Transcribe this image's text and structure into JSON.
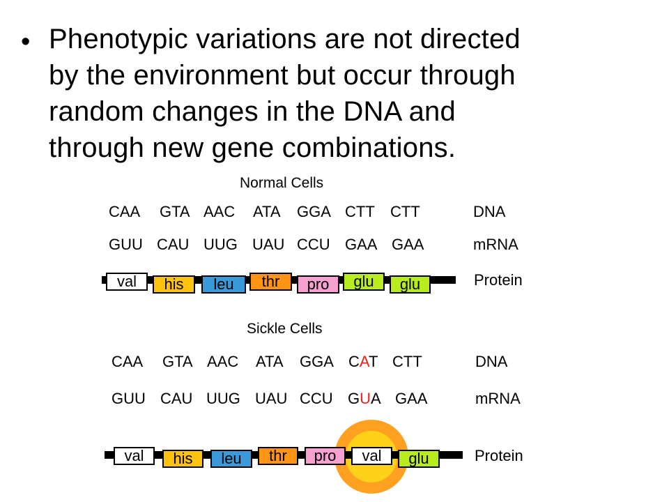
{
  "slide": {
    "bullet_symbol": "•",
    "bullet_lines": [
      "Phenotypic variations are not directed",
      "by the environment but occur through",
      "random changes in the DNA and",
      "through new gene combinations."
    ]
  },
  "diagram": {
    "colors": {
      "val": "#ffffff",
      "his": "#ffc20e",
      "leu": "#3a9ad9",
      "thr": "#ff9415",
      "pro": "#f7a1d1",
      "glu": "#b9ec1e",
      "mutation_text": "#e8211b",
      "halo_outer": "#ffa020",
      "halo_inner": "#ffd21a"
    },
    "normal": {
      "title": "Normal Cells",
      "dna": [
        "CAA",
        "GTA",
        "AAC",
        "ATA",
        "GGA",
        "CTT",
        "CTT"
      ],
      "dna_label": "DNA",
      "mrna": [
        "GUU",
        "CAU",
        "UUG",
        "UAU",
        "CCU",
        "GAA",
        "GAA"
      ],
      "mrna_label": "mRNA",
      "protein": [
        "val",
        "his",
        "leu",
        "thr",
        "pro",
        "glu",
        "glu"
      ],
      "protein_label": "Protein"
    },
    "sickle": {
      "title": "Sickle Cells",
      "dna": [
        "CAA",
        "GTA",
        "AAC",
        "ATA",
        "GGA",
        "CAT",
        "CTT"
      ],
      "dna_mutated": {
        "index": 5,
        "before": "C",
        "mutant": "A",
        "after": "T"
      },
      "dna_label": "DNA",
      "mrna": [
        "GUU",
        "CAU",
        "UUG",
        "UAU",
        "CCU",
        "GUA",
        "GAA"
      ],
      "mrna_mutated": {
        "index": 5,
        "before": "G",
        "mutant": "U",
        "after": "A"
      },
      "mrna_label": "mRNA",
      "protein": [
        "val",
        "his",
        "leu",
        "thr",
        "pro",
        "val",
        "glu"
      ],
      "protein_label": "Protein"
    }
  }
}
